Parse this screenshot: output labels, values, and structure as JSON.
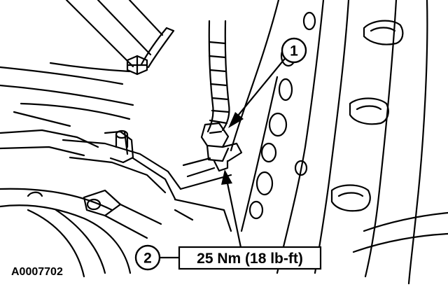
{
  "figure_id": "A0007702",
  "callouts": [
    {
      "number": "1"
    },
    {
      "number": "2"
    }
  ],
  "torque_spec": "25 Nm (18 lb-ft)"
}
